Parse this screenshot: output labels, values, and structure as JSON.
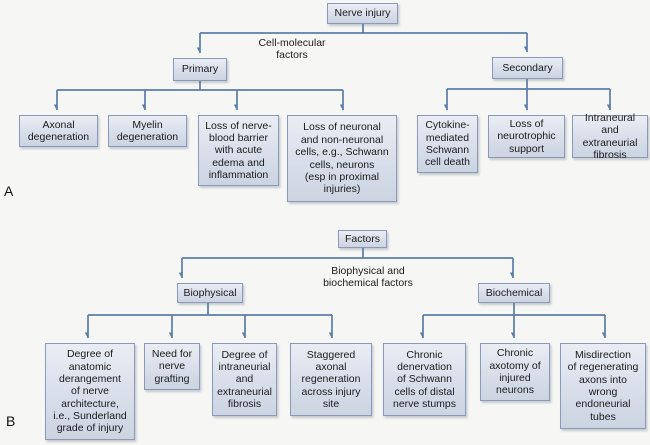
{
  "figure": {
    "panel_a_label": "A",
    "panel_b_label": "B",
    "colors": {
      "box_fill_top": "#eaedf3",
      "box_fill_bottom": "#ccd4e2",
      "box_border": "#8b9ab8",
      "connector": "#5c7ca8",
      "text": "#1b1b1b",
      "background": "#f6f6f4"
    }
  },
  "partA": {
    "root": "Nerve injury",
    "annotation": "Cell-molecular\nfactors",
    "branch_left": "Primary",
    "branch_right": "Secondary",
    "primary_leaves": [
      {
        "text": "Axonal\ndegeneration"
      },
      {
        "text": "Myelin\ndegeneration"
      },
      {
        "text": "Loss of nerve-\nblood barrier\nwith acute\nedema and\ninflammation"
      },
      {
        "text": "Loss of neuronal\nand non-neuronal\ncells, e.g., Schwann\ncells, neurons\n(esp in proximal\ninjuries)"
      }
    ],
    "secondary_leaves": [
      {
        "text": "Cytokine-\nmediated\nSchwann\ncell death"
      },
      {
        "text": "Loss of\nneurotrophic\nsupport"
      },
      {
        "text": "Intraneural and\nextraneurial\nfibrosis"
      }
    ]
  },
  "partB": {
    "root": "Factors",
    "annotation": "Biophysical and\nbiochemical factors",
    "branch_left": "Biophysical",
    "branch_right": "Biochemical",
    "biophysical_leaves": [
      {
        "text": "Degree of\nanatomic\nderangement\nof nerve\narchitecture,\ni.e., Sunderland\ngrade of injury"
      },
      {
        "text": "Need for\nnerve\ngrafting"
      },
      {
        "text": "Degree of\nintraneurial\nand\nextraneurial\nfibrosis"
      },
      {
        "text": "Staggered\naxonal\nregeneration\nacross injury\nsite"
      }
    ],
    "biochemical_leaves": [
      {
        "text": "Chronic\ndenervation\nof Schwann\ncells of distal\nnerve stumps"
      },
      {
        "text": "Chronic\naxotomy of\ninjured\nneurons"
      },
      {
        "text": "Misdirection\nof regenerating\naxons into\nwrong\nendoneurial\ntubes"
      }
    ]
  }
}
